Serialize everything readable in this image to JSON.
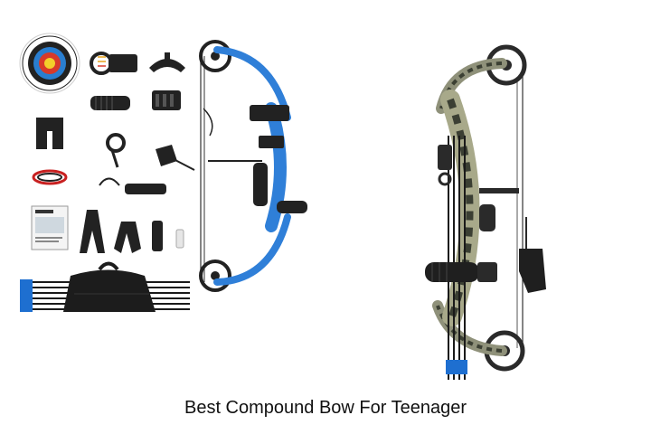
{
  "caption": "Best Compound Bow For Teenager",
  "colors": {
    "background": "#ffffff",
    "blue_bow_riser": "#2f7fd8",
    "camo_light": "#a8a98a",
    "camo_dark": "#3b3f33",
    "black": "#1a1a1a",
    "arrow_fletch_blue": "#1e6fd0",
    "caption_text": "#111111"
  },
  "images": [
    {
      "name": "blue-compound-bow-kit",
      "items": [
        "target-face",
        "sight",
        "arrow-rest",
        "stabilizer",
        "quiver",
        "wrist-sling",
        "release-aid",
        "bow-case",
        "arrows",
        "manual"
      ]
    },
    {
      "name": "camo-compound-bow",
      "items": [
        "camo-riser",
        "cams",
        "stabilizer",
        "arrows",
        "release-aid"
      ]
    }
  ]
}
